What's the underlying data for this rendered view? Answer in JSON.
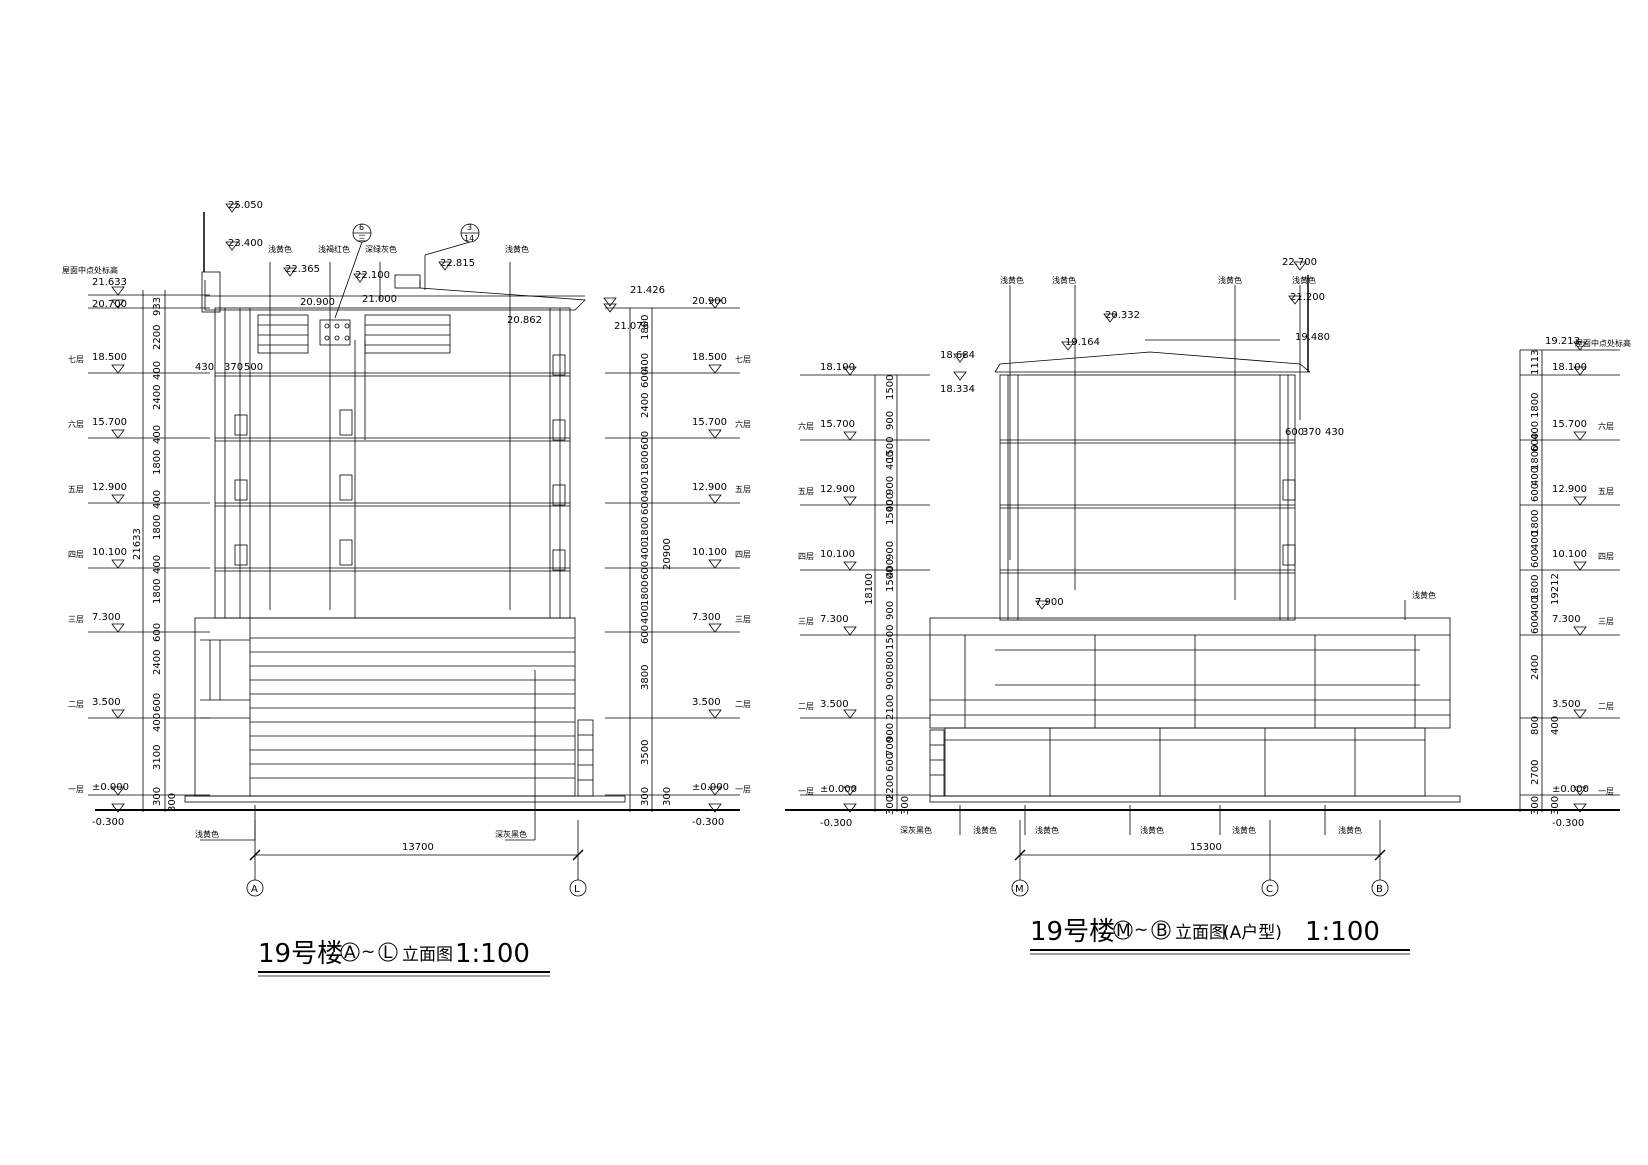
{
  "left": {
    "title": {
      "prefix": "19号楼",
      "axis_a": "A",
      "axis_b": "L",
      "suffix": "立面图",
      "scale": "1:100"
    },
    "elev_left": [
      "21.633",
      "20.700",
      "18.500",
      "15.700",
      "12.900",
      "10.100",
      "7.300",
      "3.500",
      "±0.000",
      "-0.300"
    ],
    "elev_right": [
      "20.900",
      "18.500",
      "15.700",
      "12.900",
      "10.100",
      "7.300",
      "3.500",
      "±0.000",
      "-0.300"
    ],
    "top_elev": [
      "25.050",
      "23.400",
      "22.365",
      "22.100",
      "22.815",
      "21.426",
      "21.076",
      "21.000",
      "20.900",
      "20.862"
    ],
    "floors_left": [
      "七层",
      "六层",
      "五层",
      "四层",
      "三层",
      "二层",
      "一层"
    ],
    "floors_right": [
      "七层",
      "六层",
      "五层",
      "四层",
      "三层",
      "二层",
      "一层"
    ],
    "dims_left": [
      "933",
      "2200",
      "400",
      "2400",
      "400",
      "1800",
      "400",
      "1800",
      "400",
      "1800",
      "600",
      "2400",
      "600",
      "400",
      "3100",
      "300",
      "300"
    ],
    "dims_left_total": "21633",
    "dims_right": [
      "1800",
      "400",
      "600",
      "2400",
      "600",
      "1800",
      "400",
      "600",
      "1800",
      "400",
      "600",
      "1800",
      "400",
      "600",
      "3800",
      "3500",
      "300",
      "300"
    ],
    "dims_right_total": "20900",
    "parapet_note": "屋面中点处标高",
    "misc_dims": [
      "430",
      "370",
      "500"
    ],
    "callouts": [
      "浅黄色",
      "浅褐红色",
      "深绿灰色",
      "浅黄色",
      "浅黄色",
      "深灰黑色"
    ],
    "detail_marks": [
      "6",
      "三",
      "3",
      "14"
    ],
    "axis_dim": "13700",
    "axes": [
      "A",
      "L"
    ]
  },
  "right": {
    "title": {
      "prefix": "19号楼",
      "axis_a": "M",
      "axis_b": "B",
      "suffix": "立面图",
      "paren": "(A户型)",
      "scale": "1:100"
    },
    "elev_left": [
      "18.100",
      "15.700",
      "12.900",
      "10.100",
      "7.300",
      "3.500",
      "±0.000",
      "-0.300"
    ],
    "elev_right": [
      "19.213",
      "18.100",
      "15.700",
      "12.900",
      "10.100",
      "7.300",
      "3.500",
      "±0.000",
      "-0.300"
    ],
    "top_elev": [
      "22.700",
      "21.200",
      "20.332",
      "19.164",
      "19.480",
      "18.684",
      "18.334",
      "7.900"
    ],
    "floors_left": [
      "六层",
      "五层",
      "四层",
      "三层",
      "二层",
      "一层"
    ],
    "floors_right": [
      "六层",
      "五层",
      "四层",
      "三层",
      "二层",
      "一层"
    ],
    "dims_left": [
      "1500",
      "900",
      "1500",
      "400",
      "900",
      "1500",
      "400",
      "900",
      "1500",
      "400",
      "900",
      "1500",
      "800",
      "900",
      "2100",
      "900",
      "700",
      "600",
      "2200",
      "300",
      "300"
    ],
    "dims_left_total": "18100",
    "dims_right": [
      "1113",
      "1800",
      "400",
      "600",
      "1800",
      "400",
      "600",
      "1800",
      "400",
      "600",
      "1800",
      "400",
      "600",
      "2400",
      "800",
      "400",
      "2700",
      "300",
      "300"
    ],
    "dims_right_total": "19212",
    "parapet_note": "屋面中点处标高",
    "misc_dims": [
      "600",
      "370",
      "430"
    ],
    "callouts_top": [
      "浅黄色",
      "浅黄色",
      "浅黄色",
      "浅黄色"
    ],
    "callout_mid": "浅黄色",
    "callouts_bottom": [
      "深灰黑色",
      "浅黄色",
      "浅黄色",
      "浅黄色",
      "浅黄色",
      "浅黄色"
    ],
    "axis_dim": "15300",
    "axes": [
      "M",
      "C",
      "B"
    ]
  }
}
